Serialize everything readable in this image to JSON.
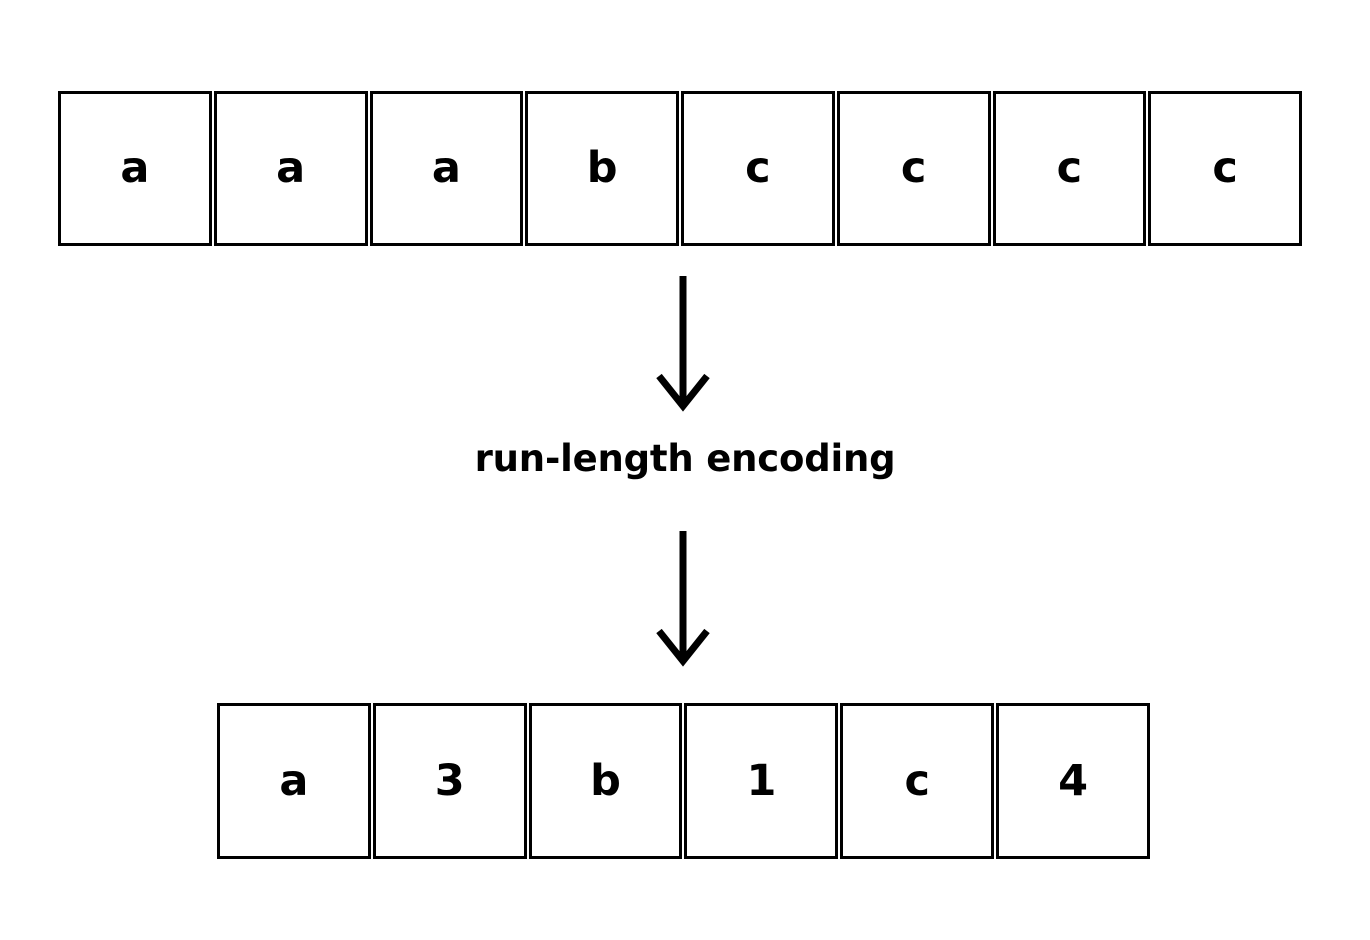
{
  "diagram": {
    "type": "run-length-encoding-illustration",
    "caption": "run-length encoding",
    "colors": {
      "background": "#ffffff",
      "stroke": "#000000",
      "text": "#000000"
    },
    "input_row": {
      "name": "input-sequence",
      "cell_count": 8,
      "cells": [
        {
          "value": "a"
        },
        {
          "value": "a"
        },
        {
          "value": "a"
        },
        {
          "value": "b"
        },
        {
          "value": "c"
        },
        {
          "value": "c"
        },
        {
          "value": "c"
        },
        {
          "value": "c"
        }
      ]
    },
    "output_row": {
      "name": "encoded-sequence",
      "cell_count": 6,
      "cells": [
        {
          "value": "a"
        },
        {
          "value": "3"
        },
        {
          "value": "b"
        },
        {
          "value": "1"
        },
        {
          "value": "c"
        },
        {
          "value": "4"
        }
      ]
    },
    "arrows": [
      {
        "name": "arrow-top",
        "direction": "down"
      },
      {
        "name": "arrow-bottom",
        "direction": "down"
      }
    ]
  }
}
